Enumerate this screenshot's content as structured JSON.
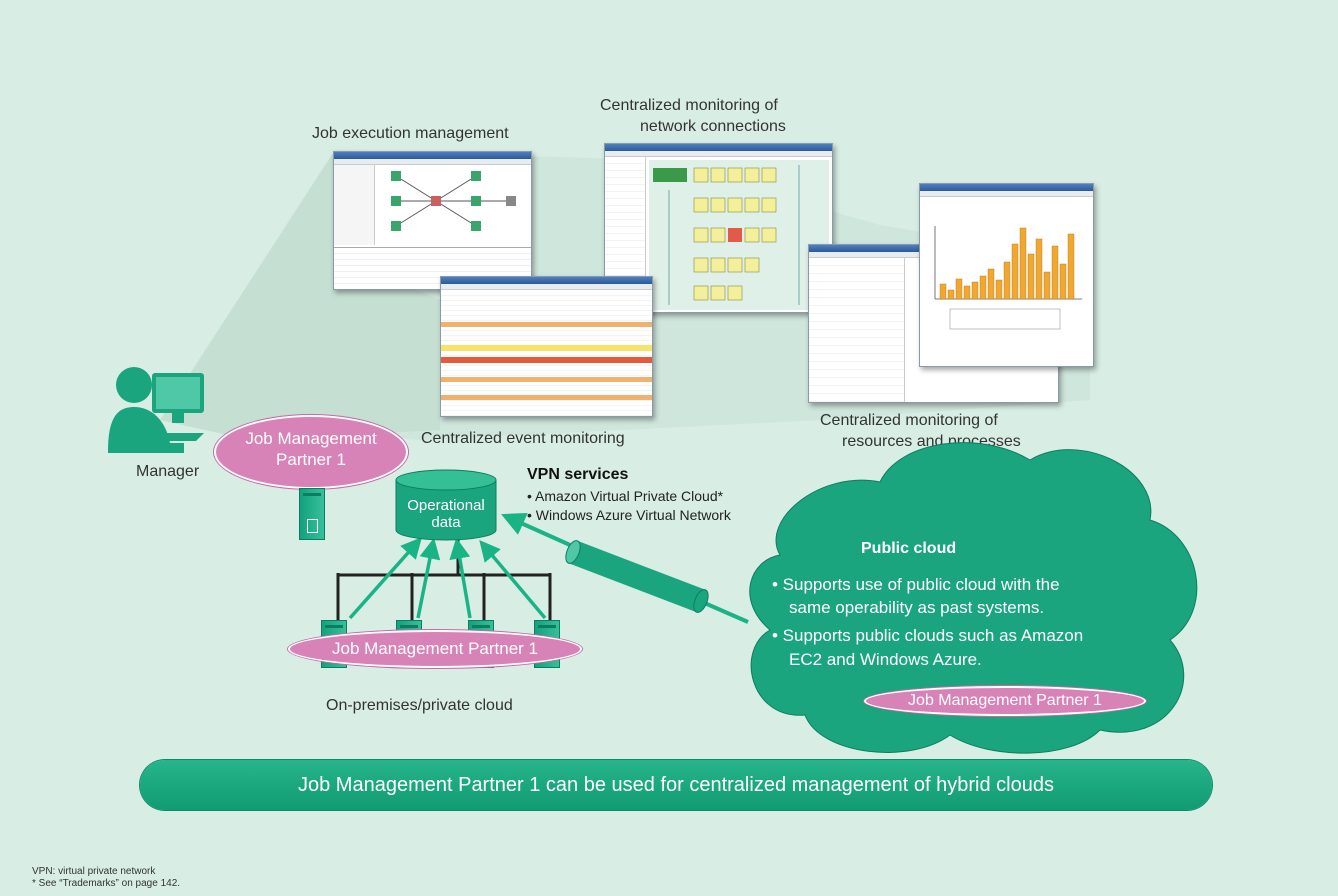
{
  "labels": {
    "job_execution": "Job execution management",
    "net_mon_line1": "Centralized monitoring of",
    "net_mon_line2": "network connections",
    "event_mon": "Centralized event monitoring",
    "res_mon_line1": "Centralized monitoring of",
    "res_mon_line2": "resources and processes",
    "manager": "Manager",
    "onprem": "On-premises/private cloud"
  },
  "badges": {
    "manager_line1": "Job Management",
    "manager_line2": "Partner 1",
    "onprem": "Job Management Partner 1",
    "cloud": "Job Management Partner 1"
  },
  "database": {
    "line1": "Operational",
    "line2": "data"
  },
  "vpn": {
    "title": "VPN services",
    "items": [
      "• Amazon Virtual Private Cloud*",
      "• Windows Azure Virtual Network"
    ]
  },
  "cloud": {
    "title": "Public cloud",
    "item1_line1": "• Supports use of public cloud with the",
    "item1_line2": "same operability as past systems.",
    "item2_line1": "• Supports public clouds such as Amazon",
    "item2_line2": "EC2 and Windows Azure."
  },
  "banner": "Job Management Partner 1 can be used for centralized management of hybrid clouds",
  "footnotes": [
    "VPN: virtual private network",
    "* See “Trademarks” on page 142."
  ],
  "colors": {
    "background": "#d8ede4",
    "accent_green": "#1aa57f",
    "badge_pink": "#d883b8",
    "chart_bar": "#f0a830"
  }
}
